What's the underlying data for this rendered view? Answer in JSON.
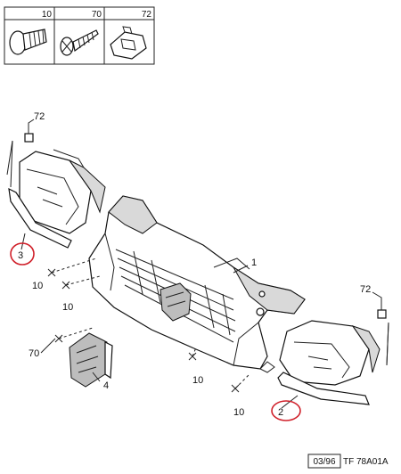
{
  "legend": {
    "items": [
      {
        "code": "10",
        "icon": "screw-icon"
      },
      {
        "code": "70",
        "icon": "self-tapping-screw-icon"
      },
      {
        "code": "72",
        "icon": "clip-nut-icon"
      }
    ]
  },
  "callouts": {
    "p1": "1",
    "p2": "2",
    "p3": "3",
    "p4": "4",
    "s10a": "10",
    "s10b": "10",
    "s10c": "10",
    "s10d": "10",
    "s70": "70",
    "c72a": "72",
    "c72b": "72"
  },
  "footer": {
    "date": "03/96",
    "ref": "TF 78A01A"
  },
  "colors": {
    "highlight": "#d0202a",
    "line": "#111111"
  }
}
